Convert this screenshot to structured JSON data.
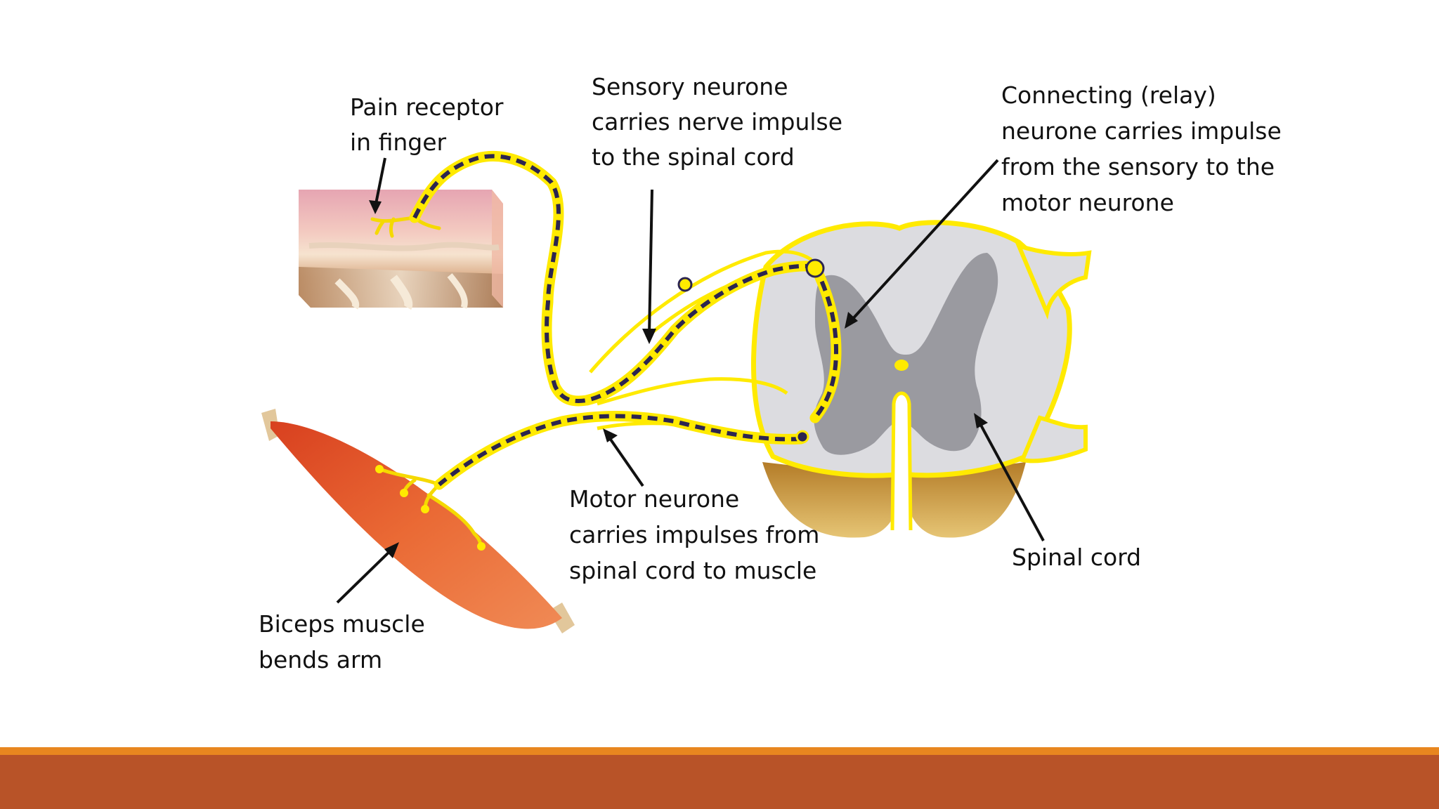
{
  "labels": {
    "pain_receptor": [
      "Pain receptor",
      "in finger"
    ],
    "sensory_neurone": [
      "Sensory neurone",
      "carries nerve impulse",
      "to the spinal cord"
    ],
    "relay_neurone": [
      "Connecting (relay)",
      "neurone carries impulse",
      "from the sensory to the",
      "motor neurone"
    ],
    "motor_neurone": [
      "Motor neurone",
      "carries impulses from",
      "spinal cord to muscle"
    ],
    "biceps": [
      "Biceps muscle",
      "bends arm"
    ],
    "spinal_cord": [
      "Spinal cord"
    ]
  },
  "colors": {
    "bar_thin": "#e8861f",
    "bar_thick": "#b85328",
    "nerve_yellow": "#ffea00",
    "nerve_dash": "#2c2550",
    "muscle": "#e4582a",
    "white_matter": "#dcdce0",
    "grey_matter": "#9a9aa0"
  }
}
